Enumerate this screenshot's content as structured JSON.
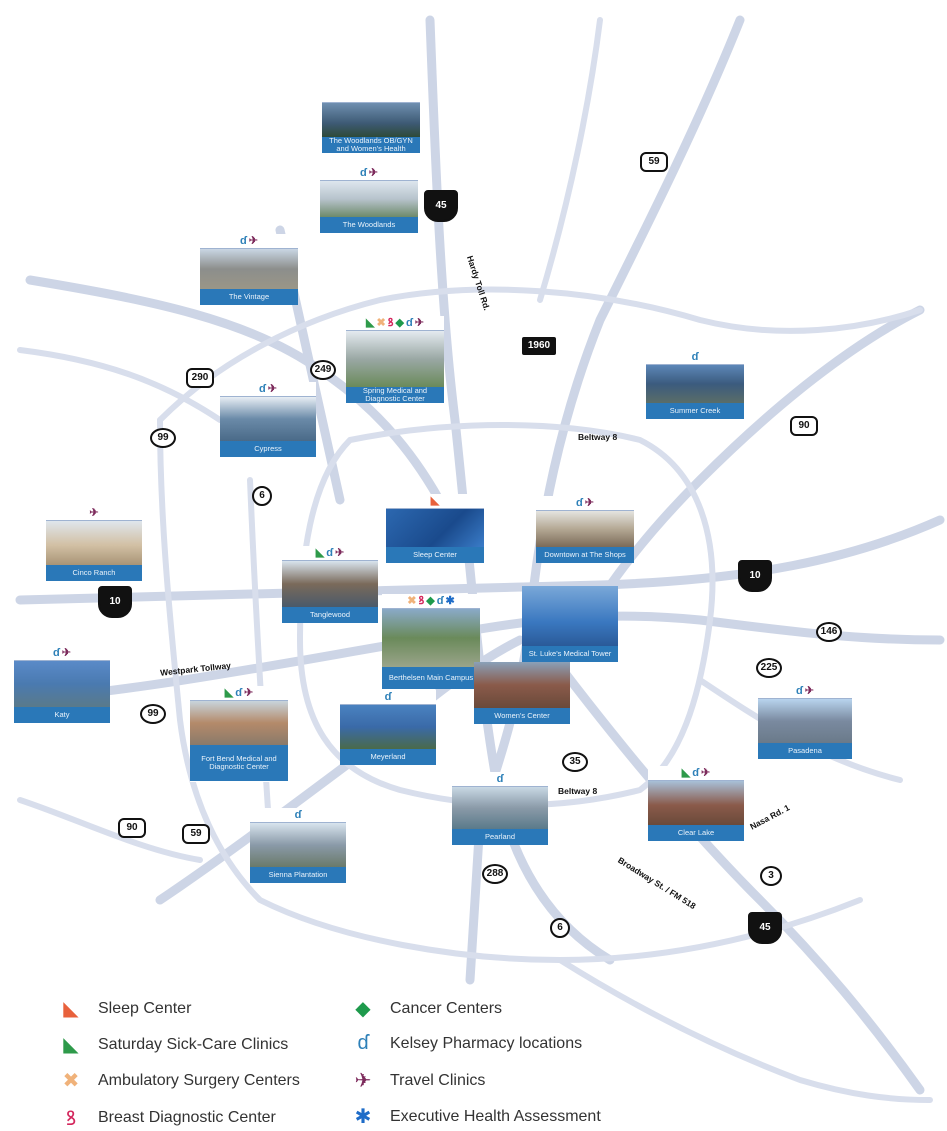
{
  "locations": [
    {
      "id": "woodlands-obgyn",
      "label": "The Woodlands OB/GYN and Women's Health",
      "icons": []
    },
    {
      "id": "woodlands",
      "label": "The Woodlands",
      "icons": [
        "pharmacy",
        "travel"
      ]
    },
    {
      "id": "vintage",
      "label": "The Vintage",
      "icons": [
        "pharmacy",
        "travel"
      ]
    },
    {
      "id": "spring",
      "label": "Spring Medical and Diagnostic Center",
      "icons": [
        "saturday",
        "surgery",
        "breast",
        "cancer",
        "pharmacy",
        "travel"
      ]
    },
    {
      "id": "summer-creek",
      "label": "Summer Creek",
      "icons": [
        "pharmacy"
      ]
    },
    {
      "id": "cypress",
      "label": "Cypress",
      "icons": [
        "pharmacy",
        "travel"
      ]
    },
    {
      "id": "sleep-center",
      "label": "Sleep Center",
      "icons": [
        "sleep"
      ]
    },
    {
      "id": "downtown",
      "label": "Downtown at The Shops",
      "icons": [
        "pharmacy",
        "travel"
      ]
    },
    {
      "id": "cinco-ranch",
      "label": "Cinco Ranch",
      "icons": [
        "travel"
      ]
    },
    {
      "id": "tanglewood",
      "label": "Tanglewood",
      "icons": [
        "saturday",
        "pharmacy",
        "travel"
      ]
    },
    {
      "id": "main-campus",
      "label": "Berthelsen Main Campus",
      "icons": [
        "surgery",
        "breast",
        "cancer",
        "pharmacy",
        "executive"
      ]
    },
    {
      "id": "st-lukes",
      "label": "St. Luke's Medical Tower",
      "icons": []
    },
    {
      "id": "katy",
      "label": "Katy",
      "icons": [
        "pharmacy",
        "travel"
      ]
    },
    {
      "id": "fort-bend",
      "label": "Fort Bend Medical and Diagnostic Center",
      "icons": [
        "saturday",
        "pharmacy",
        "travel"
      ]
    },
    {
      "id": "meyerland",
      "label": "Meyerland",
      "icons": [
        "pharmacy"
      ]
    },
    {
      "id": "womens-center",
      "label": "Women's Center",
      "icons": []
    },
    {
      "id": "pasadena",
      "label": "Pasadena",
      "icons": [
        "pharmacy",
        "travel"
      ]
    },
    {
      "id": "pearland",
      "label": "Pearland",
      "icons": [
        "pharmacy"
      ]
    },
    {
      "id": "clear-lake",
      "label": "Clear Lake",
      "icons": [
        "saturday",
        "pharmacy",
        "travel"
      ]
    },
    {
      "id": "sienna",
      "label": "Sienna Plantation",
      "icons": [
        "pharmacy"
      ]
    }
  ],
  "shields": [
    {
      "id": "i45-north",
      "text": "45",
      "kind": "int"
    },
    {
      "id": "us59-north",
      "text": "59",
      "kind": "us"
    },
    {
      "id": "us290",
      "text": "290",
      "kind": "us"
    },
    {
      "id": "sh249",
      "text": "249",
      "kind": "state"
    },
    {
      "id": "sh99-north",
      "text": "99",
      "kind": "state"
    },
    {
      "id": "sh6-north",
      "text": "6",
      "kind": "state"
    },
    {
      "id": "us90-east",
      "text": "90",
      "kind": "us"
    },
    {
      "id": "tol1960",
      "text": "1960",
      "kind": "tol"
    },
    {
      "id": "i10-west",
      "text": "10",
      "kind": "int"
    },
    {
      "id": "i10-east",
      "text": "10",
      "kind": "int"
    },
    {
      "id": "sh146",
      "text": "146",
      "kind": "state"
    },
    {
      "id": "sh225",
      "text": "225",
      "kind": "state"
    },
    {
      "id": "sh99-south",
      "text": "99",
      "kind": "state"
    },
    {
      "id": "sh35",
      "text": "35",
      "kind": "state"
    },
    {
      "id": "us90-south",
      "text": "90",
      "kind": "us"
    },
    {
      "id": "us59-south",
      "text": "59",
      "kind": "us"
    },
    {
      "id": "sh288",
      "text": "288",
      "kind": "state"
    },
    {
      "id": "sh3",
      "text": "3",
      "kind": "state"
    },
    {
      "id": "sh6-south",
      "text": "6",
      "kind": "state"
    },
    {
      "id": "i45-south",
      "text": "45",
      "kind": "int"
    }
  ],
  "road_labels": {
    "hardy_toll": "Hardy Toll Rd.",
    "beltway_north": "Beltway 8",
    "westpark": "Westpark Tollway",
    "beltway_south": "Beltway 8",
    "nasa": "Nasa Rd. 1",
    "broadway": "Broadway St. / FM 518"
  },
  "legend": [
    {
      "key": "sleep",
      "label": "Sleep Center",
      "color": "#e8613c",
      "icon": "sleep-icon"
    },
    {
      "key": "saturday",
      "label": "Saturday Sick-Care Clinics",
      "color": "#2e9a4a",
      "icon": "saturday-icon"
    },
    {
      "key": "surgery",
      "label": "Ambulatory Surgery Centers",
      "color": "#f0b27a",
      "icon": "surgery-icon"
    },
    {
      "key": "breast",
      "label": "Breast Diagnostic Center",
      "color": "#d4285e",
      "icon": "ribbon-icon"
    },
    {
      "key": "cancer",
      "label": "Cancer Centers",
      "color": "#1e9a4c",
      "icon": "diamond-icon"
    },
    {
      "key": "pharmacy",
      "label": "Kelsey Pharmacy locations",
      "color": "#2d80b8",
      "icon": "pharmacy-icon"
    },
    {
      "key": "travel",
      "label": "Travel Clinics",
      "color": "#7d2b5c",
      "icon": "plane-icon"
    },
    {
      "key": "executive",
      "label": "Executive Health Assessment",
      "color": "#1e6cc8",
      "icon": "asterisk-icon"
    }
  ]
}
